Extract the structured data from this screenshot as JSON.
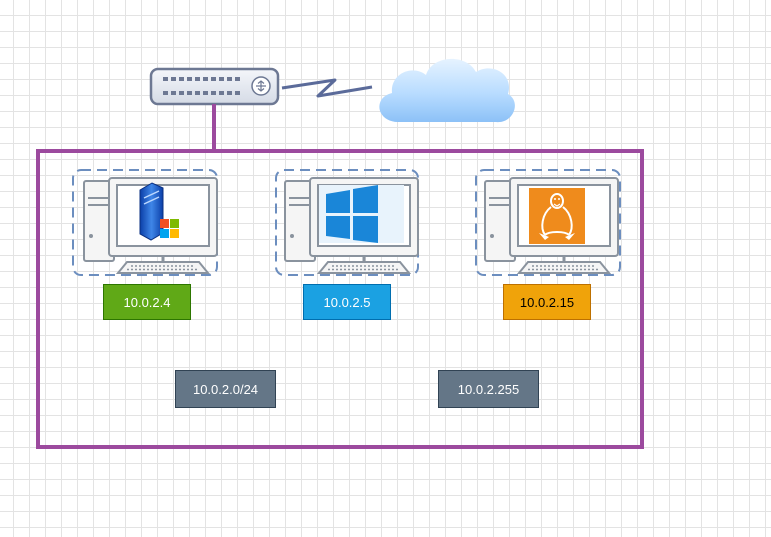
{
  "diagram": {
    "hosts": [
      {
        "ip": "10.0.2.4",
        "os_icon": "windows-xp-server-icon",
        "fill": "#60a917",
        "border": "#2d7600",
        "text_color": "#ffffff"
      },
      {
        "ip": "10.0.2.5",
        "os_icon": "windows-10-logo-icon",
        "fill": "#1ba1e2",
        "border": "#006eaf",
        "text_color": "#ffffff"
      },
      {
        "ip": "10.0.2.15",
        "os_icon": "linux-tux-icon",
        "fill": "#f0a30a",
        "border": "#bd7000",
        "text_color": "#000000"
      }
    ],
    "network": {
      "label": "10.0.2.0/24",
      "fill": "#647687",
      "border": "#314354",
      "text_color": "#ffffff"
    },
    "broadcast": {
      "label": "10.0.2.255",
      "fill": "#647687",
      "border": "#314354",
      "text_color": "#ffffff"
    },
    "lan_border_color": "#9c4a9e",
    "devices": [
      "router-icon",
      "internet-cloud-icon"
    ]
  }
}
